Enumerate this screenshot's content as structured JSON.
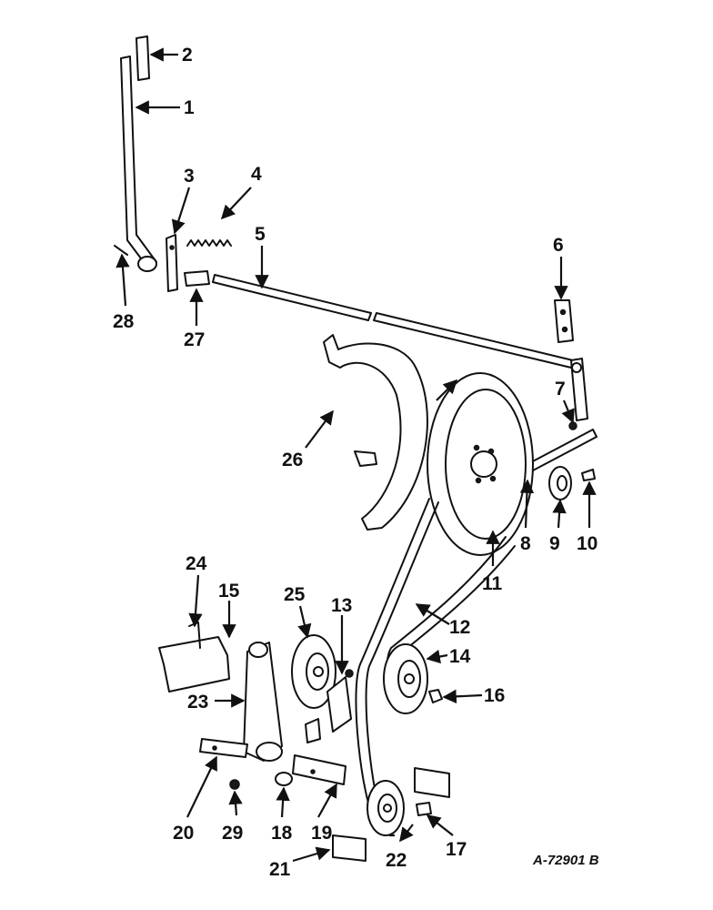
{
  "diagram": {
    "reference_code": "A-72901 B",
    "callouts": [
      "1",
      "2",
      "3",
      "4",
      "5",
      "6",
      "7",
      "8",
      "9",
      "10",
      "11",
      "12",
      "13",
      "14",
      "15",
      "16",
      "17",
      "18",
      "19",
      "20",
      "21",
      "22",
      "23",
      "24",
      "25",
      "26",
      "27",
      "28",
      "29"
    ]
  },
  "colors": {
    "ink": "#111111",
    "paper": "#ffffff"
  }
}
